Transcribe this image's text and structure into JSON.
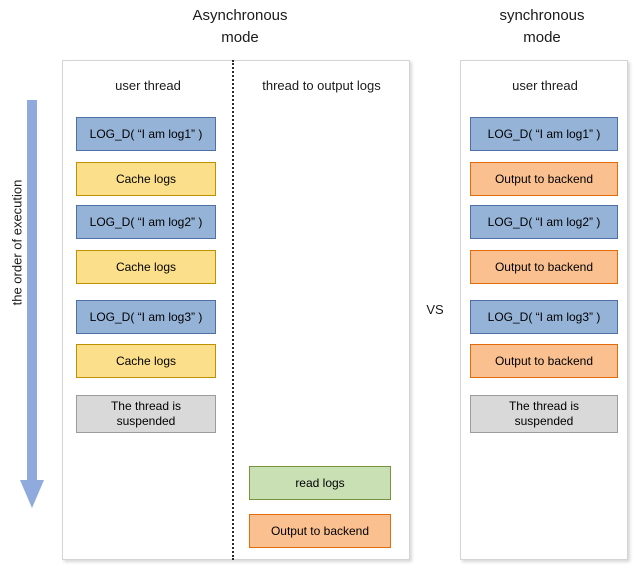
{
  "titles": {
    "async": "Asynchronous\nmode",
    "sync": "synchronous\nmode"
  },
  "comparison_label": "VS",
  "execution_axis": {
    "label": "the order of execution",
    "direction": "downward",
    "arrow_color": "#8faadc"
  },
  "colors": {
    "blue": "#95b3d7",
    "blue_border": "#4f6fa8",
    "yellow": "#fcdf8a",
    "yellow_border": "#bf9000",
    "orange": "#fac090",
    "orange_border": "#e36c0a",
    "green": "#c8e0b4",
    "green_border": "#77933c",
    "gray": "#d9d9d9",
    "gray_border": "#9c9c9c",
    "panel_border": "#d4d4d4"
  },
  "async_panel": {
    "columns": [
      {
        "header": "user thread",
        "steps": [
          {
            "label": "LOG_D( “I am log1” )",
            "color": "blue"
          },
          {
            "label": "Cache logs",
            "color": "yellow"
          },
          {
            "label": "LOG_D( “I am log2” )",
            "color": "blue"
          },
          {
            "label": "Cache logs",
            "color": "yellow"
          },
          {
            "label": "LOG_D( “I am log3” )",
            "color": "blue"
          },
          {
            "label": "Cache logs",
            "color": "yellow"
          },
          {
            "label": "The thread is\nsuspended",
            "color": "gray"
          }
        ]
      },
      {
        "header": "thread to output logs",
        "steps": [
          {
            "label": "read logs",
            "color": "green"
          },
          {
            "label": "Output to backend",
            "color": "orange"
          }
        ]
      }
    ]
  },
  "sync_panel": {
    "columns": [
      {
        "header": "user thread",
        "steps": [
          {
            "label": "LOG_D( “I am log1” )",
            "color": "blue"
          },
          {
            "label": "Output to backend",
            "color": "orange"
          },
          {
            "label": "LOG_D( “I am log2” )",
            "color": "blue"
          },
          {
            "label": "Output to backend",
            "color": "orange"
          },
          {
            "label": "LOG_D( “I am log3” )",
            "color": "blue"
          },
          {
            "label": "Output to backend",
            "color": "orange"
          },
          {
            "label": "The thread is\nsuspended",
            "color": "gray"
          }
        ]
      }
    ]
  }
}
